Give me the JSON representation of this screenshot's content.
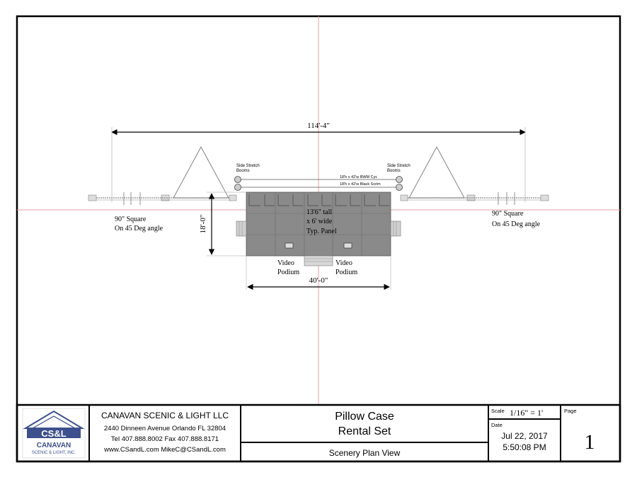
{
  "drawing": {
    "overall_width": "114'-4\"",
    "depth": "18'-0\"",
    "stage_width": "40'-0\"",
    "left_truss_label_1": "90\" Square",
    "left_truss_label_2": "On 45 Deg angle",
    "right_truss_label_1": "90\" Square",
    "right_truss_label_2": "On 45 Deg angle",
    "boom_left_1": "Side Stretch",
    "boom_left_2": "Booms",
    "boom_right_1": "Side Stretch",
    "boom_right_2": "Booms",
    "cyc_label": "18'h x 42'w BWM Cyc",
    "scrim_label": "18'h x 42'w Black Scrim",
    "panel_line_1": "13'6\" tall",
    "panel_line_2": "x 6' wide",
    "panel_line_3": "Typ. Panel",
    "podium_left_1": "Video",
    "podium_left_2": "Podium",
    "podium_right_1": "Video",
    "podium_right_2": "Podium"
  },
  "title_block": {
    "logo_text": "CS&L",
    "logo_line_1": "CANAVAN",
    "logo_line_2": "SCENIC & LIGHT, INC.",
    "company": "CANAVAN SCENIC & LIGHT LLC",
    "address": "2440 Dinneen Avenue  Orlando FL 32804",
    "phone": "Tel 407.888.8002  Fax 407.888.8171",
    "web": "www.CSandL.com  MikeC@CSandL.com",
    "title_1": "Pillow Case",
    "title_2": "Rental Set",
    "subtitle": "Scenery Plan View",
    "scale_label": "Scale",
    "scale_value": "1/16\" = 1'",
    "date_label": "Date",
    "date_value": "Jul 22, 2017",
    "time_value": "5:50:08 PM",
    "page_label": "Page",
    "page_value": "1"
  },
  "colors": {
    "stage_fill": "#8a8a8a",
    "centerline": "#e4a0a8",
    "logo_blue": "#3d4f8c"
  }
}
